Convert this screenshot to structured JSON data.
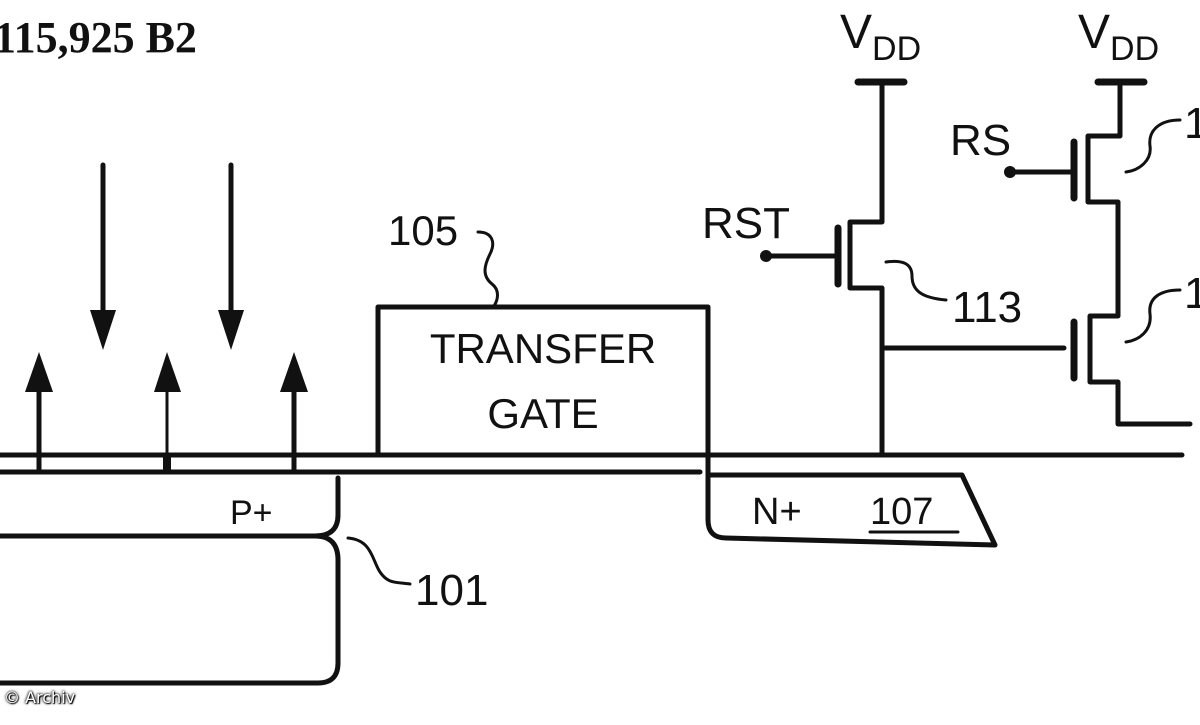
{
  "header": {
    "patent_number": "115,925 B2"
  },
  "labels": {
    "transfer_gate_line1": "TRANSFER",
    "transfer_gate_line2": "GATE",
    "ref_105": "105",
    "ref_101": "101",
    "ref_107": "107",
    "ref_113": "113",
    "ref_right_top": "1",
    "ref_right_mid": "1",
    "p_plus": "P+",
    "n_plus": "N+",
    "rst": "RST",
    "rs": "RS",
    "vdd_main": "V",
    "vdd_sub": "DD"
  },
  "credit": {
    "text": "© Archiv"
  },
  "colors": {
    "ink": "#111111",
    "background": "#ffffff",
    "credit_text": "#ffffff"
  }
}
